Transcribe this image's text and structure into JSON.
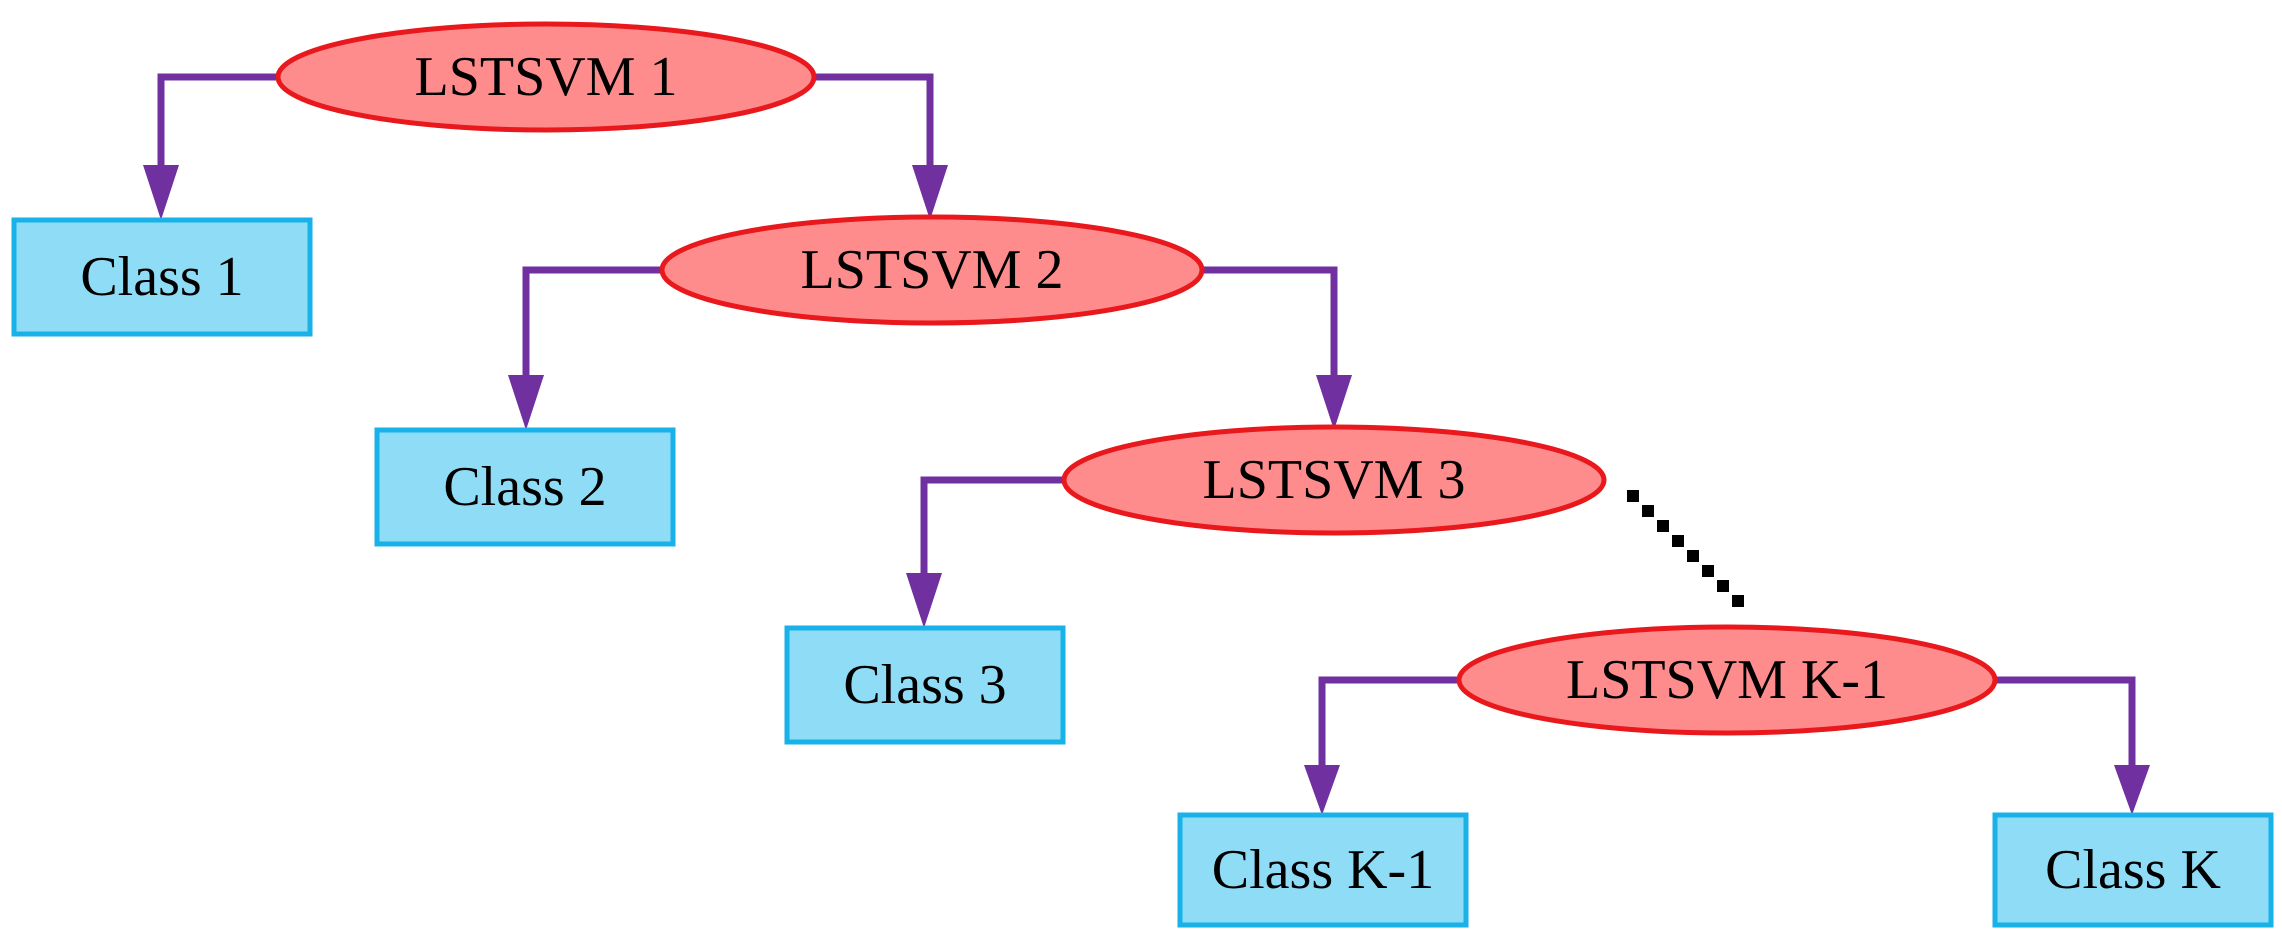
{
  "diagram": {
    "nodes": {
      "lstsvm_1": "LSTSVM 1",
      "lstsvm_2": "LSTSVM 2",
      "lstsvm_3": "LSTSVM 3",
      "lstsvm_k_minus_1": "LSTSVM K-1",
      "class_1": "Class 1",
      "class_2": "Class 2",
      "class_3": "Class 3",
      "class_k_minus_1": "Class K-1",
      "class_k": "Class K"
    },
    "colors": {
      "classifier_fill": "#ff8c8c",
      "classifier_stroke": "#e8181c",
      "class_fill": "#8fdcf7",
      "class_stroke": "#19b2e8",
      "arrow": "#7030a0",
      "ellipsis_dots": "#000000"
    }
  }
}
